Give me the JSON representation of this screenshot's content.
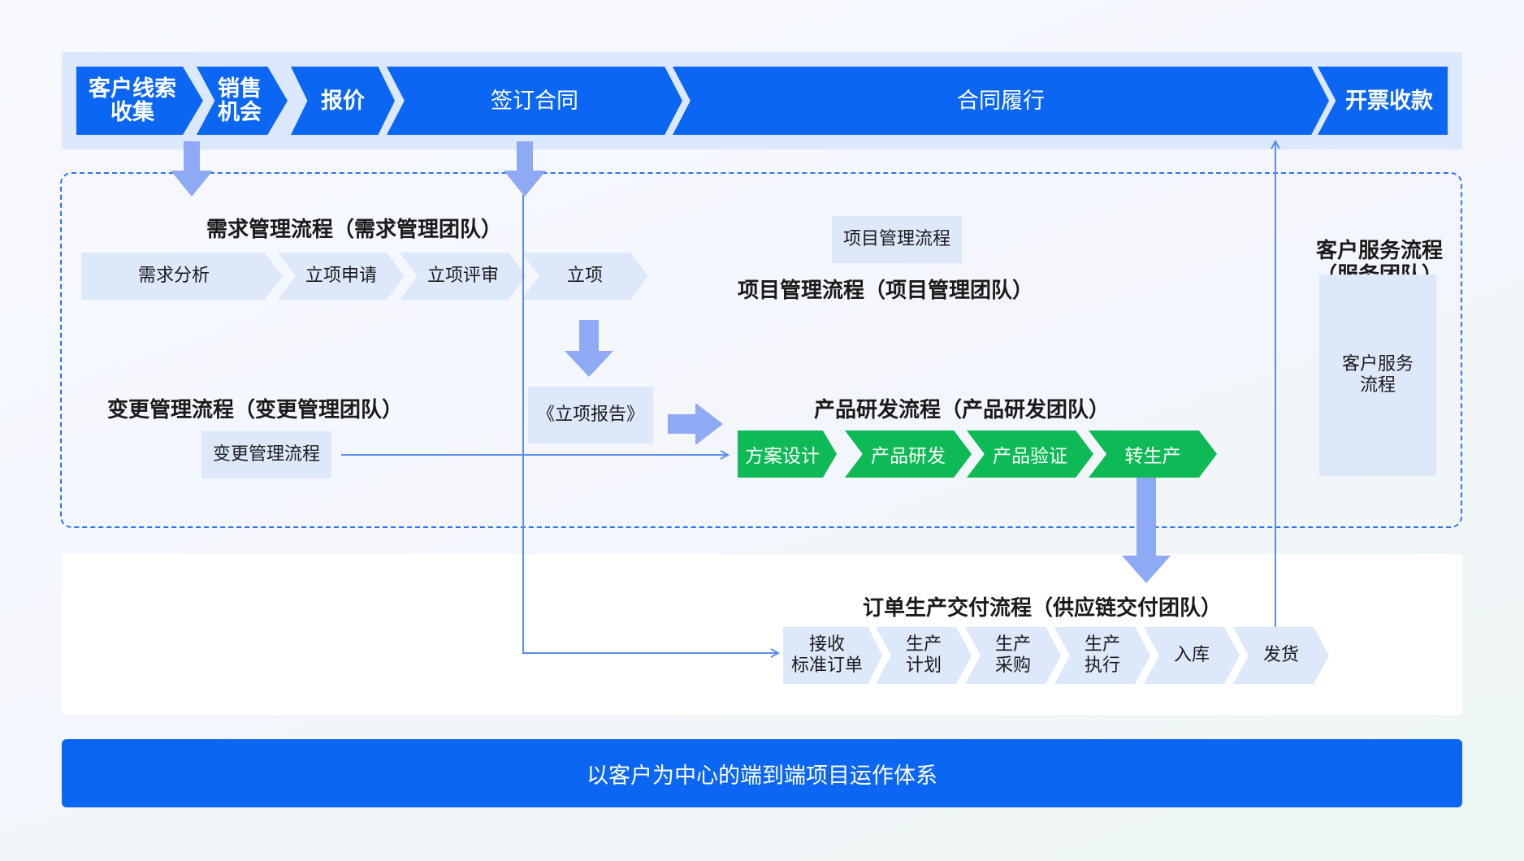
{
  "top_stages": [
    {
      "label": "客户线索\n收集"
    },
    {
      "label": "销售\n机会"
    },
    {
      "label": "报价"
    },
    {
      "label": "签订合同"
    },
    {
      "label": "合同履行"
    },
    {
      "label": "开票收款"
    }
  ],
  "demand": {
    "title": "需求管理流程（需求管理团队）",
    "steps": [
      "需求分析",
      "立项申请",
      "立项评审",
      "立项"
    ]
  },
  "project": {
    "tag": "项目管理流程",
    "title": "项目管理流程（项目管理团队）"
  },
  "customer_service": {
    "title": "客户服务流程\n（服务团队）",
    "box": "客户服务\n流程"
  },
  "change": {
    "title": "变更管理流程（变更管理团队）",
    "box": "变更管理流程"
  },
  "report": {
    "label": "《立项报告》"
  },
  "rnd": {
    "title": "产品研发流程（产品研发团队）",
    "steps": [
      "方案设计",
      "产品研发",
      "产品验证",
      "转生产"
    ]
  },
  "order": {
    "title": "订单生产交付流程（供应链交付团队）",
    "steps": [
      "接收\n标准订单",
      "生产\n计划",
      "生产\n采购",
      "生产\n执行",
      "入库",
      "发货"
    ]
  },
  "footer": {
    "label": "以客户为中心的端到端项目运作体系"
  },
  "colors": {
    "primary": "#0b66f4",
    "light": "#dde8fb",
    "green": "#0dba55",
    "arrow": "#8eaaf5",
    "line": "#5a8ff0"
  }
}
